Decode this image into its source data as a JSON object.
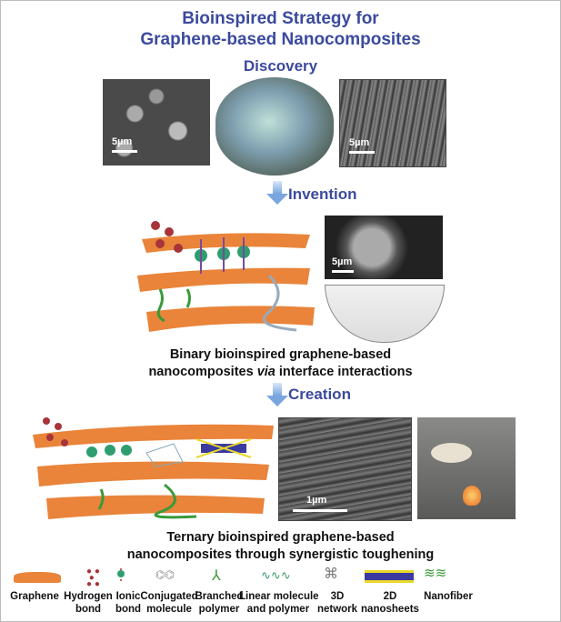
{
  "title": [
    "Bioinspired Strategy for",
    "Graphene-based Nanocomposites"
  ],
  "stages": {
    "discovery": "Discovery",
    "invention": "Invention",
    "creation": "Creation"
  },
  "scale_labels": {
    "discovery_left": "5µm",
    "discovery_right": "5µm",
    "invention": "5µm",
    "creation": "1µm"
  },
  "captions": {
    "binary": [
      "Binary bioinspired graphene-based",
      "nanocomposites",
      "via",
      "interface interactions"
    ],
    "ternary": [
      "Ternary bioinspired graphene-based",
      "nanocomposites through synergistic toughening"
    ]
  },
  "legend": [
    {
      "line1": "Graphene",
      "line2": ""
    },
    {
      "line1": "Hydrogen",
      "line2": "bond"
    },
    {
      "line1": "Ionic",
      "line2": "bond"
    },
    {
      "line1": "Conjugated",
      "line2": "molecule"
    },
    {
      "line1": "Branched",
      "line2": "polymer"
    },
    {
      "line1": "Linear molecule",
      "line2": "and polymer"
    },
    {
      "line1": "3D",
      "line2": "network"
    },
    {
      "line1": "2D",
      "line2": "nanosheets"
    },
    {
      "line1": "Nanofiber",
      "line2": ""
    }
  ],
  "colors": {
    "title": "#3b4a9e",
    "graphene": "#e9843a",
    "arrow": "#7aa6e0"
  }
}
